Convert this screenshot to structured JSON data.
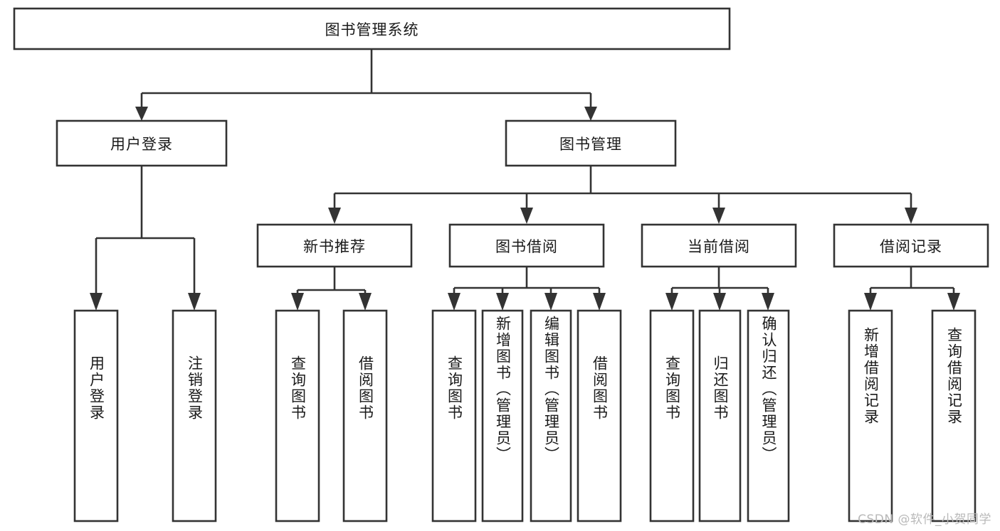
{
  "diagram": {
    "type": "tree",
    "title": "图书管理系统",
    "orientation": "top-down",
    "style": {
      "box_fill": "#ffffff",
      "box_stroke": "#333333",
      "text_color": "#1a1a1a",
      "background": "#ffffff",
      "watermark_color": "#b9b9b9"
    },
    "root": {
      "label": "图书管理系统",
      "text_direction": "horizontal"
    },
    "level2": [
      {
        "label": "用户登录",
        "text_direction": "horizontal"
      },
      {
        "label": "图书管理",
        "text_direction": "horizontal"
      }
    ],
    "level3": [
      {
        "label": "新书推荐",
        "text_direction": "horizontal"
      },
      {
        "label": "图书借阅",
        "text_direction": "horizontal"
      },
      {
        "label": "当前借阅",
        "text_direction": "horizontal"
      },
      {
        "label": "借阅记录",
        "text_direction": "horizontal"
      }
    ],
    "leaves": {
      "user_login": [
        {
          "label": "用户登录",
          "text_direction": "vertical"
        },
        {
          "label": "注销登录",
          "text_direction": "vertical"
        }
      ],
      "new_book_recommend": [
        {
          "label": "查询图书",
          "text_direction": "vertical"
        },
        {
          "label": "借阅图书",
          "text_direction": "vertical"
        }
      ],
      "book_borrow": [
        {
          "label": "查询图书",
          "text_direction": "vertical"
        },
        {
          "label": "新增图书（管理员）",
          "text_direction": "vertical"
        },
        {
          "label": "编辑图书（管理员）",
          "text_direction": "vertical"
        },
        {
          "label": "借阅图书",
          "text_direction": "vertical"
        }
      ],
      "current_borrow": [
        {
          "label": "查询图书",
          "text_direction": "vertical"
        },
        {
          "label": "归还图书",
          "text_direction": "vertical"
        },
        {
          "label": "确认归还（管理员）",
          "text_direction": "vertical"
        }
      ],
      "borrow_record": [
        {
          "label": "新增借阅记录",
          "text_direction": "vertical"
        },
        {
          "label": "查询借阅记录",
          "text_direction": "vertical"
        }
      ]
    }
  },
  "watermark": {
    "text": "CSDN @软件_小贺同学"
  }
}
